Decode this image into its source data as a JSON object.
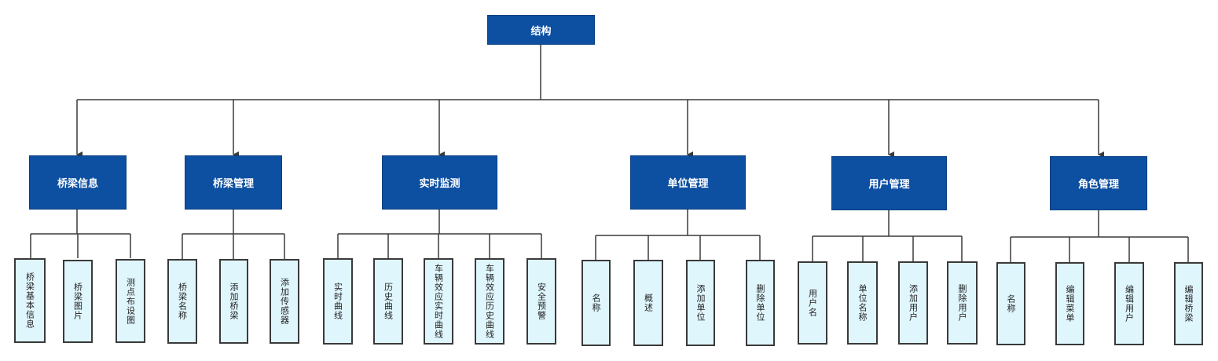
{
  "root": {
    "label": "结构"
  },
  "categories": [
    {
      "label": "桥梁信息",
      "children": [
        "桥梁基本信息",
        "桥梁图片",
        "测点布设图"
      ]
    },
    {
      "label": "桥梁管理",
      "children": [
        "桥梁名称",
        "添加桥梁",
        "添加传感器"
      ]
    },
    {
      "label": "实时监测",
      "children": [
        "实时曲线",
        "历史曲线",
        "车辆效应实时曲线",
        "车辆效应历史曲线",
        "安全预警"
      ]
    },
    {
      "label": "单位管理",
      "children": [
        "名称",
        "概述",
        "添加单位",
        "删除单位"
      ]
    },
    {
      "label": "用户管理",
      "children": [
        "用户名",
        "单位名称",
        "添加用户",
        "删除用户"
      ]
    },
    {
      "label": "角色管理",
      "children": [
        "名称",
        "编辑菜单",
        "编辑用户",
        "编辑桥梁"
      ]
    }
  ],
  "colors": {
    "header_fill": "#0d4fa1",
    "leaf_fill": "#dff6fd",
    "line": "#3a3a3a"
  }
}
